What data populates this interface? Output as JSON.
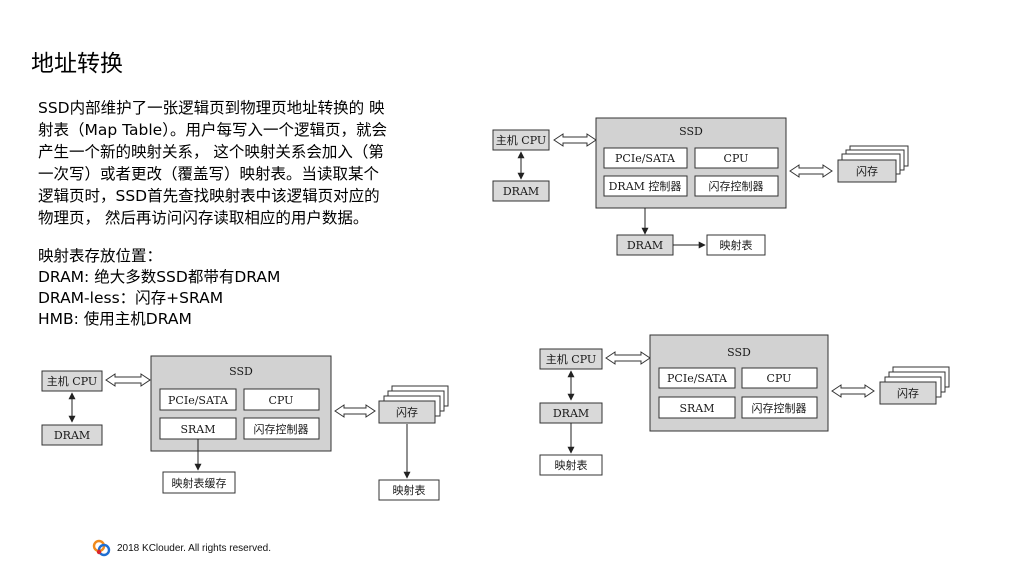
{
  "title": "地址转换",
  "paragraph": [
    "SSD内部维护了一张逻辑页到物理页地址转换的 映",
    "射表（Map Table）。用户每写入一个逻辑页，就会",
    "产生一个新的映射关系， 这个映射关系会加入（第",
    "一次写）或者更改（覆盖写）映射表。当读取某个",
    "逻辑页时，SSD首先查找映射表中该逻辑页对应的",
    "物理页， 然后再访问闪存读取相应的用户数据。"
  ],
  "storage": {
    "heading": "映射表存放位置：",
    "items": [
      "DRAM: 绝大多数SSD都带有DRAM",
      "DRAM-less：闪存+SRAM",
      "HMB: 使用主机DRAM"
    ]
  },
  "labels": {
    "host_cpu": "主机 CPU",
    "dram": "DRAM",
    "ssd": "SSD",
    "pcie_sata": "PCIe/SATA",
    "cpu": "CPU",
    "dram_ctrl": "DRAM 控制器",
    "flash_ctrl": "闪存控制器",
    "flash": "闪存",
    "map_table": "映射表",
    "sram": "SRAM",
    "map_cache": "映射表缓存"
  },
  "footer": {
    "text": "2018 KClouder.  All rights reserved."
  }
}
